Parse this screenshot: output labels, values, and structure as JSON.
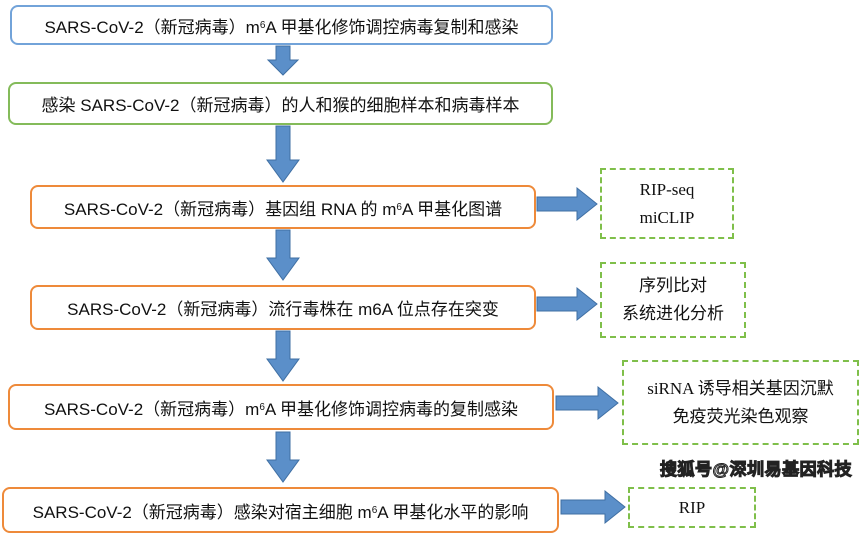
{
  "steps": [
    {
      "pre": "SARS-CoV-2（新冠病毒）m",
      "sup": "6",
      "post": "A 甲基化修饰调控病毒复制和感染"
    },
    {
      "pre": "感染 SARS-CoV-2（新冠病毒）的人和猴的细胞样本和病毒样本",
      "sup": "",
      "post": ""
    },
    {
      "pre": "SARS-CoV-2（新冠病毒）基因组 RNA 的 m",
      "sup": "6",
      "post": "A 甲基化图谱"
    },
    {
      "pre": "SARS-CoV-2（新冠病毒）流行毒株在 m6A 位点存在突变",
      "sup": "",
      "post": ""
    },
    {
      "pre": "SARS-CoV-2（新冠病毒）m",
      "sup": "6",
      "post": "A 甲基化修饰调控病毒的复制感染"
    },
    {
      "pre": "SARS-CoV-2（新冠病毒）感染对宿主细胞 m",
      "sup": "6",
      "post": "A 甲基化水平的影响"
    }
  ],
  "methods": [
    {
      "lines": [
        "RIP-seq",
        "miCLIP"
      ]
    },
    {
      "lines": [
        "序列比对",
        "系统进化分析"
      ]
    },
    {
      "lines": [
        "siRNA 诱导相关基因沉默",
        "免疫荧光染色观察"
      ]
    },
    {
      "lines": [
        "RIP"
      ]
    }
  ],
  "watermark": "搜狐号@深圳易基因科技",
  "colors": {
    "arrow": "#5b8fc9",
    "arrow_border": "#3f6fa3",
    "blue": "#72a3d9",
    "green": "#84bb5a",
    "orange": "#ee8a3a",
    "dashed": "#7fbf4a"
  }
}
